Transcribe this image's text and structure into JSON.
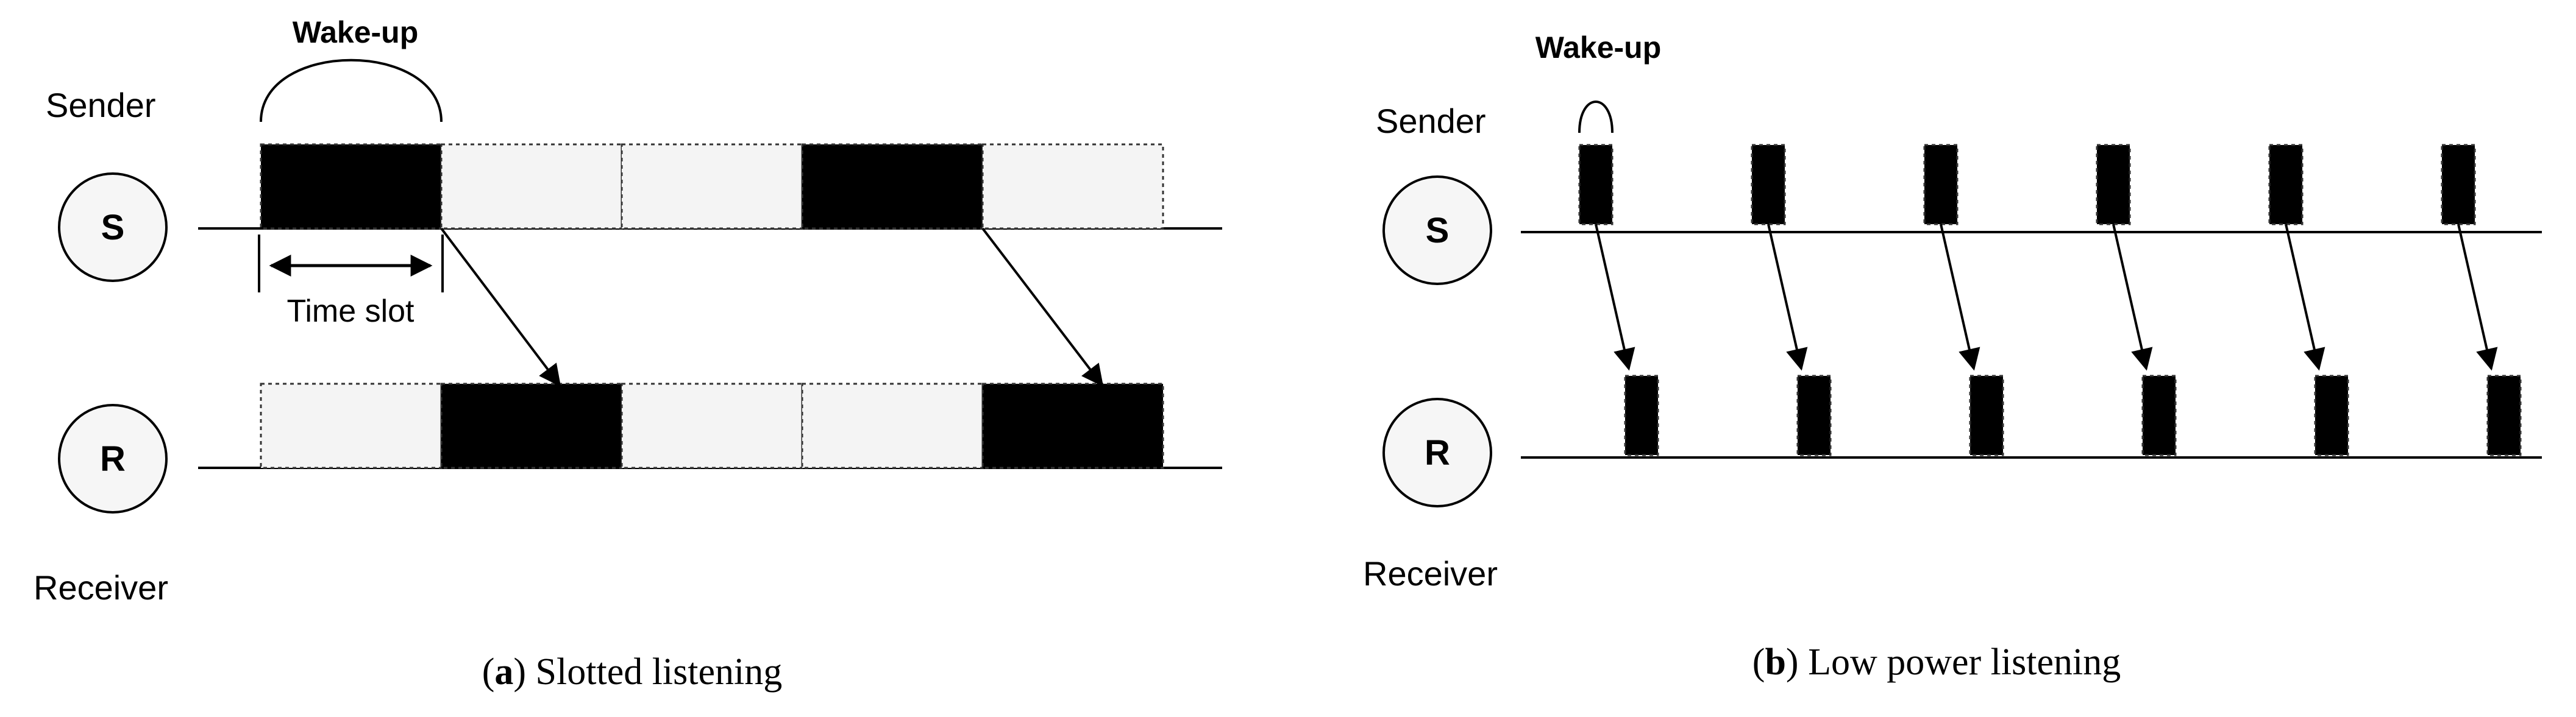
{
  "panel_a": {
    "wakeup_label": "Wake-up",
    "sender_label": "Sender",
    "receiver_label": "Receiver",
    "sender_node": "S",
    "receiver_node": "R",
    "time_slot_label": "Time slot",
    "sender_slots": [
      1,
      0,
      0,
      1,
      0
    ],
    "receiver_slots": [
      0,
      1,
      0,
      0,
      1
    ],
    "caption_letter": "a",
    "caption_text": " Slotted listening"
  },
  "panel_b": {
    "wakeup_label": "Wake-up",
    "sender_label": "Sender",
    "receiver_label": "Receiver",
    "sender_node": "S",
    "receiver_node": "R",
    "pulse_count": 6,
    "caption_letter": "b",
    "caption_text": " Low power listening"
  },
  "colors": {
    "active_slot": "#000000",
    "idle_slot": "#f4f4f4",
    "line": "#000000",
    "node_fill": "#f6f6f6"
  }
}
